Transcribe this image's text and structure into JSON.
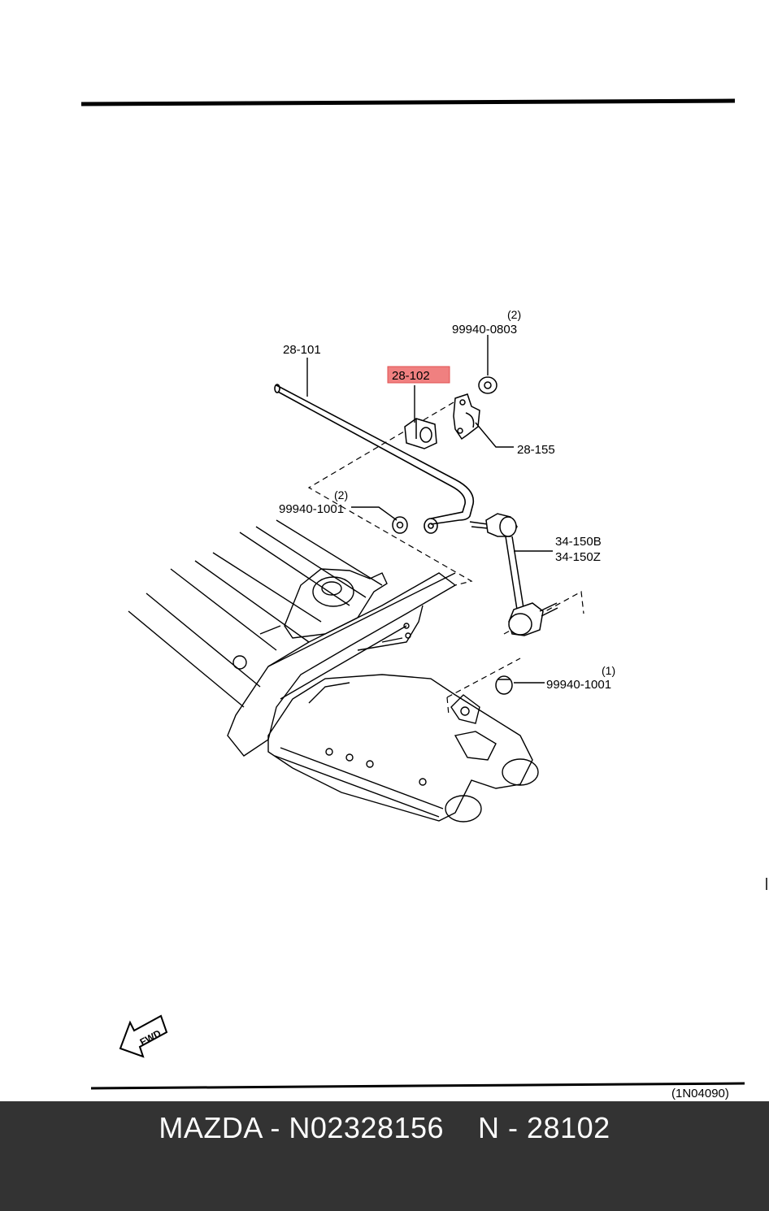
{
  "diagram": {
    "code": "(1N04090)",
    "fwd_label": "FWD",
    "highlight_color": "#f08080",
    "parts": {
      "stabilizer_bar": {
        "label": "28-101"
      },
      "bushing": {
        "label": "28-102",
        "highlighted": true
      },
      "clamp": {
        "label": "28-155"
      },
      "nut_top": {
        "label": "99940-0803",
        "qty": "(2)"
      },
      "nut_left": {
        "label": "99940-1001",
        "qty": "(2)"
      },
      "link_b": {
        "label": "34-150B"
      },
      "link_z": {
        "label": "34-150Z"
      },
      "nut_lower": {
        "label": "99940-1001",
        "qty": "(1)"
      }
    }
  },
  "footer": {
    "text": "MAZDA - N02328156    N - 28102",
    "background": "#333333",
    "text_color": "#ffffff"
  }
}
